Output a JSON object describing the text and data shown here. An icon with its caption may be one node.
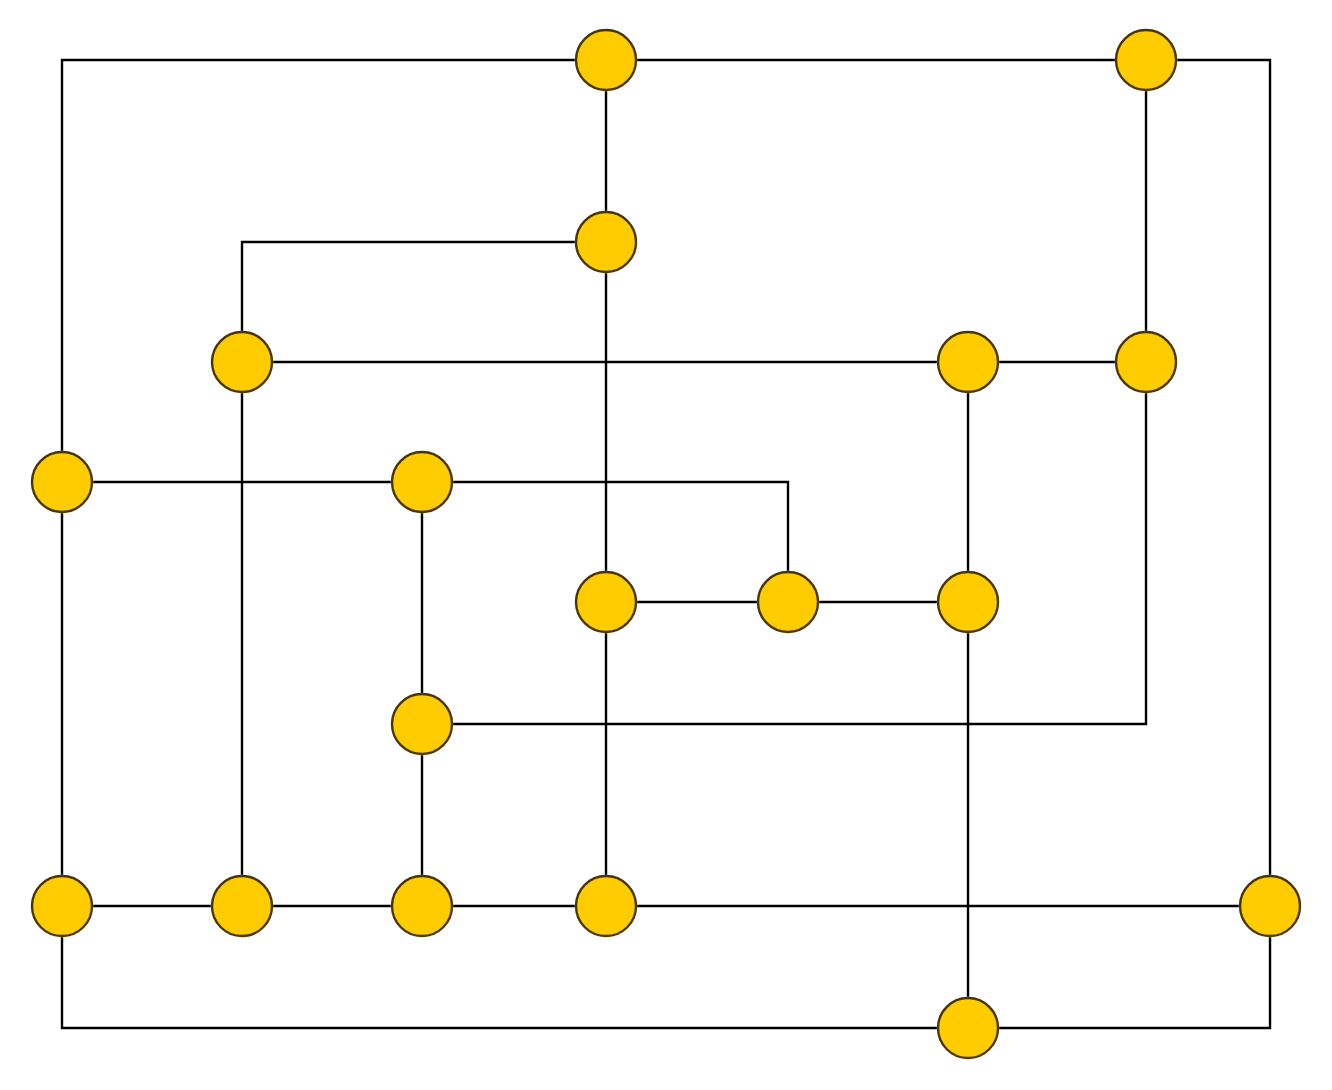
{
  "diagram": {
    "nodes": [
      {
        "text": [],
        "shape": "circle"
      },
      {
        "text": [],
        "shape": "circle"
      },
      {
        "text": [],
        "shape": "circle"
      },
      {
        "text": [],
        "shape": "circle"
      },
      {
        "text": [],
        "shape": "circle"
      },
      {
        "text": [],
        "shape": "circle"
      },
      {
        "text": [],
        "shape": "circle"
      },
      {
        "text": [],
        "shape": "circle"
      },
      {
        "text": [],
        "shape": "circle"
      },
      {
        "text": [],
        "shape": "circle"
      },
      {
        "text": [],
        "shape": "circle"
      },
      {
        "text": [],
        "shape": "circle"
      },
      {
        "text": [],
        "shape": "circle"
      },
      {
        "text": [],
        "shape": "circle"
      },
      {
        "text": [],
        "shape": "circle"
      },
      {
        "text": [],
        "shape": "circle"
      },
      {
        "text": [],
        "shape": "circle"
      },
      {
        "text": [],
        "shape": "circle"
      }
    ],
    "edges": [
      {
        "from": 0,
        "to": 1,
        "arrow": "none"
      },
      {
        "from": 0,
        "to": 6,
        "arrow": "none"
      },
      {
        "from": 1,
        "to": 16,
        "arrow": "none"
      },
      {
        "from": 1,
        "to": 5,
        "arrow": "none"
      },
      {
        "from": 0,
        "to": 2,
        "arrow": "none"
      },
      {
        "from": 2,
        "to": 3,
        "arrow": "none"
      },
      {
        "from": 2,
        "to": 8,
        "arrow": "none"
      },
      {
        "from": 3,
        "to": 4,
        "arrow": "none"
      },
      {
        "from": 4,
        "to": 5,
        "arrow": "none"
      },
      {
        "from": 3,
        "to": 13,
        "arrow": "none"
      },
      {
        "from": 6,
        "to": 7,
        "arrow": "none"
      },
      {
        "from": 7,
        "to": 9,
        "arrow": "none"
      },
      {
        "from": 6,
        "to": 12,
        "arrow": "none"
      },
      {
        "from": 7,
        "to": 11,
        "arrow": "none"
      },
      {
        "from": 8,
        "to": 9,
        "arrow": "none"
      },
      {
        "from": 9,
        "to": 10,
        "arrow": "none"
      },
      {
        "from": 4,
        "to": 10,
        "arrow": "none"
      },
      {
        "from": 10,
        "to": 17,
        "arrow": "none"
      },
      {
        "from": 11,
        "to": 5,
        "arrow": "none"
      },
      {
        "from": 11,
        "to": 14,
        "arrow": "none"
      },
      {
        "from": 8,
        "to": 15,
        "arrow": "none"
      },
      {
        "from": 12,
        "to": 13,
        "arrow": "none"
      },
      {
        "from": 13,
        "to": 14,
        "arrow": "none"
      },
      {
        "from": 14,
        "to": 15,
        "arrow": "none"
      },
      {
        "from": 15,
        "to": 16,
        "arrow": "none"
      },
      {
        "from": 12,
        "to": 17,
        "arrow": "none"
      },
      {
        "from": 17,
        "to": 16,
        "arrow": "none"
      }
    ]
  }
}
